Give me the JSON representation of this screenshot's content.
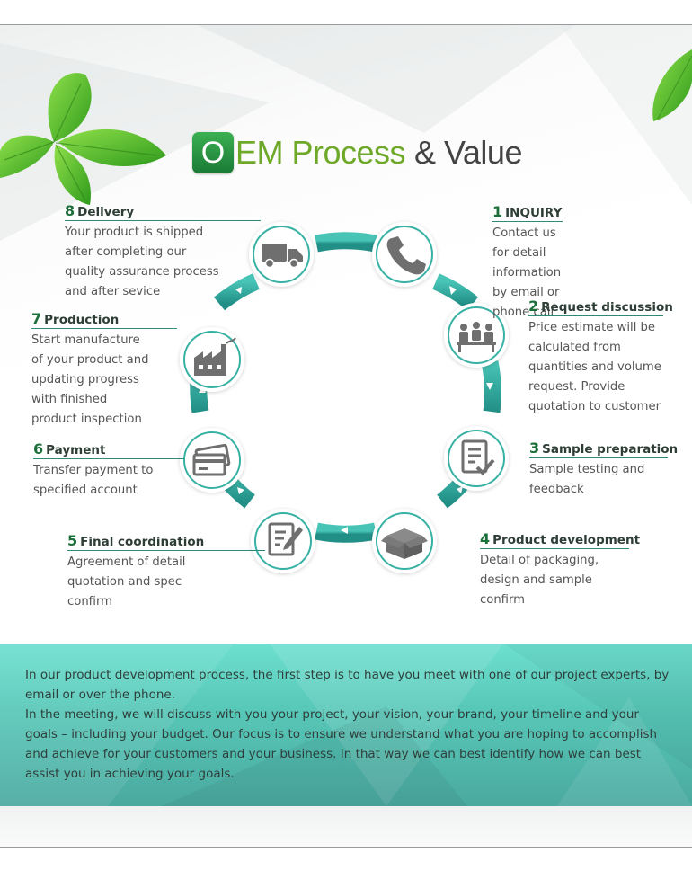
{
  "title": {
    "badge_letter": "O",
    "part_green": "EM Process",
    "part_dark": "& Value"
  },
  "accent_colors": {
    "ring": "#37b1a4",
    "ring_dark": "#1f8a80",
    "heading_green": "#1c6e3a",
    "title_green": "#6fa92a",
    "band": "#5fcfc0"
  },
  "steps": [
    {
      "number": "1",
      "heading": "INQUIRY",
      "icon": "phone-icon",
      "desc": "Contact us for detail\ninformation by email or\nphone call"
    },
    {
      "number": "2",
      "heading": "Request discussion",
      "icon": "meeting-icon",
      "desc": "Price estimate will be\ncalculated from\nquantities and volume\nrequest. Provide\nquotation to customer"
    },
    {
      "number": "3",
      "heading": "Sample preparation",
      "icon": "checklist-icon",
      "desc": "Sample testing and\nfeedback"
    },
    {
      "number": "4",
      "heading": "Product development",
      "icon": "box-icon",
      "desc": "Detail of packaging,\ndesign and sample\nconfirm"
    },
    {
      "number": "5",
      "heading": "Final coordination",
      "icon": "document-pen-icon",
      "desc": "Agreement of detail\nquotation and spec\nconfirm"
    },
    {
      "number": "6",
      "heading": "Payment",
      "icon": "credit-card-icon",
      "desc": "Transfer payment to\nspecified account"
    },
    {
      "number": "7",
      "heading": "Production",
      "icon": "factory-icon",
      "desc": "Start manufacture\nof your product and\nupdating progress\nwith finished\nproduct inspection"
    },
    {
      "number": "8",
      "heading": "Delivery",
      "icon": "truck-icon",
      "desc": "Your product is shipped\nafter completing our\nquality assurance process\nand after sevice"
    }
  ],
  "info": {
    "paragraph_1": "In our product development process, the first step is to have you meet with one of our project experts, by email or over the phone.",
    "paragraph_2": "In the meeting, we will discuss with you your project, your vision, your brand, your timeline and your goals – including your budget. Our focus is to ensure we understand what you are hoping to accomplish and achieve for your customers and your business. In that way we can best identify how we can best assist you in achieving your goals."
  }
}
